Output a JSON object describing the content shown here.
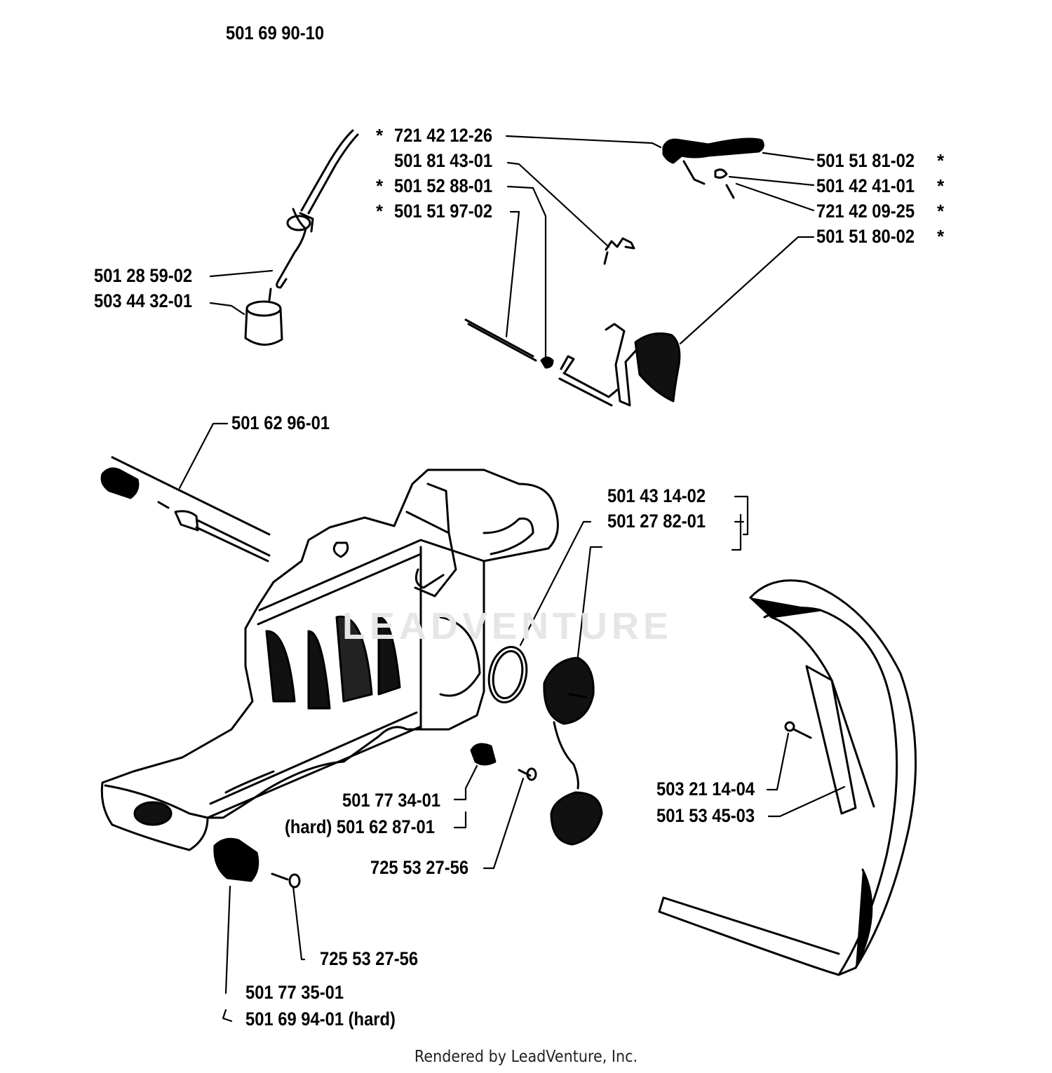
{
  "assembly_number": "501 69 90-10",
  "labels": {
    "p721421226": "721 42 12-26",
    "p501814301": "501 81 43-01",
    "p501528801": "501 52 88-01",
    "p501519702": "501 51 97-02",
    "p501518102": "501 51 81-02",
    "p501424101": "501 42 41-01",
    "p721420925": "721 42 09-25",
    "p501518002": "501 51 80-02",
    "p501285902": "501 28 59-02",
    "p503443201": "503 44 32-01",
    "p501629601": "501 62 96-01",
    "p501431402": "501 43 14-02",
    "p501278201": "501 27 82-01",
    "p501773401": "501 77 34-01",
    "p501628701": "(hard) 501 62 87-01",
    "p725532756a": "725 53 27-56",
    "p503211404": "503 21 14-04",
    "p501534503": "501 53 45-03",
    "p725532756b": "725 53 27-56",
    "p501773501": "501 77 35-01",
    "p501699401": "501 69 94-01 (hard)"
  },
  "asterisk": "*",
  "watermark": "LEADVENTURE",
  "footer": "Rendered by LeadVenture, Inc."
}
